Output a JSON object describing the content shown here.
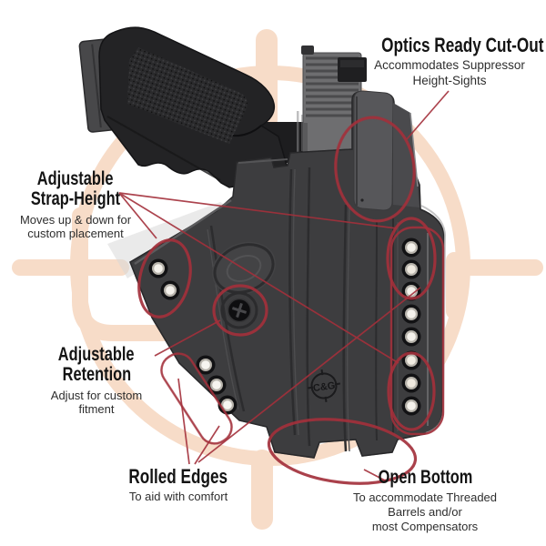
{
  "colors": {
    "background": "#ffffff",
    "annotation_red": "#a3303b",
    "watermark_peach": "#f7dcc8",
    "kydex_gray": "#3d3d3f",
    "slide_gray": "#6e6e70"
  },
  "brand": {
    "holster_stamp": "C&G"
  },
  "callouts": {
    "optics": {
      "title_lines": [
        "Optics Ready Cut-Out"
      ],
      "desc_lines": [
        "Accommodates Suppressor",
        "Height-Sights"
      ]
    },
    "strap_height": {
      "title_lines": [
        "Adjustable",
        "Strap-Height"
      ],
      "desc_lines": [
        "Moves up & down for",
        "custom placement"
      ]
    },
    "retention": {
      "title_lines": [
        "Adjustable",
        "Retention"
      ],
      "desc_lines": [
        "Adjust for custom",
        "fitment"
      ]
    },
    "rolled_edges": {
      "title_lines": [
        "Rolled Edges"
      ],
      "desc_lines": [
        "To aid with comfort"
      ]
    },
    "open_bottom": {
      "title_lines": [
        "Open Bottom"
      ],
      "desc_lines": [
        "To accommodate Threaded",
        "Barrels and/or",
        "most Compensators"
      ]
    }
  }
}
